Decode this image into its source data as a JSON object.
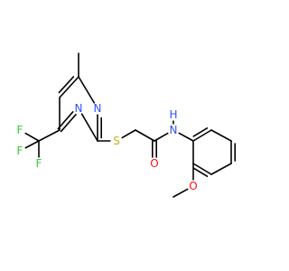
{
  "molecule": {
    "atom_labels": {
      "n1": "N",
      "n2": "N",
      "f1": "F",
      "f2": "F",
      "f3": "F",
      "s": "S",
      "o_amide": "O",
      "nh": "N",
      "h": "H",
      "o_ether": "O"
    },
    "colors": {
      "nitrogen": "#3050F8",
      "fluorine": "#33CC33",
      "sulfur": "#C6B317",
      "oxygen": "#FF0D0D",
      "bond": "#000000"
    }
  }
}
